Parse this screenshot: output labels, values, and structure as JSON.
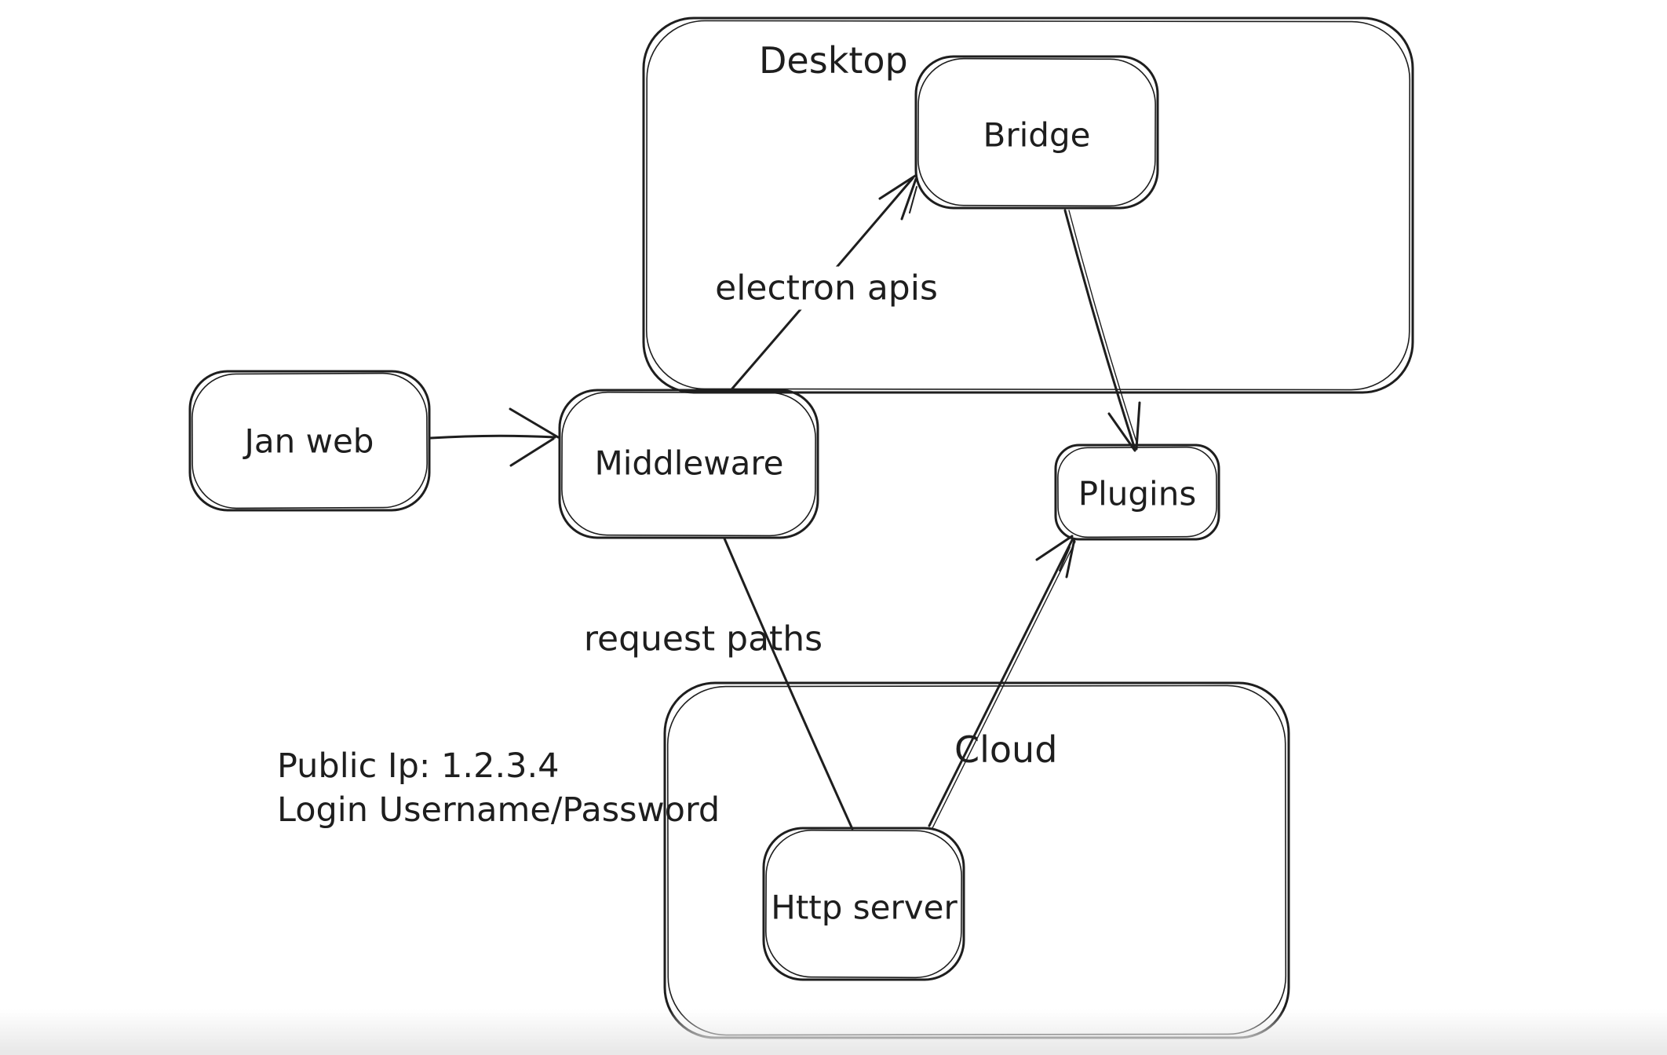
{
  "app": {
    "type": "hand-drawn-diagram-canvas"
  },
  "canvas": {
    "background": "#ffffff",
    "stroke": "#1e1e1e",
    "bottom_fade": "#e9e9e9"
  },
  "containers": [
    {
      "id": "desktop",
      "label": "Desktop"
    },
    {
      "id": "cloud",
      "label": "Cloud"
    }
  ],
  "nodes": [
    {
      "id": "jan-web",
      "label": "Jan web"
    },
    {
      "id": "middleware",
      "label": "Middleware"
    },
    {
      "id": "bridge",
      "label": "Bridge"
    },
    {
      "id": "plugins",
      "label": "Plugins"
    },
    {
      "id": "http-server",
      "label": "Http server"
    }
  ],
  "edges": [
    {
      "from": "Jan web",
      "to": "Middleware",
      "label": "",
      "type": "arrow"
    },
    {
      "from": "Middleware",
      "to": "Bridge",
      "label": "electron apis",
      "type": "arrow"
    },
    {
      "from": "Bridge",
      "to": "Plugins",
      "label": "",
      "type": "arrow"
    },
    {
      "from": "Middleware",
      "to": "Http server",
      "label": "request paths",
      "type": "line"
    },
    {
      "from": "Http server",
      "to": "Plugins",
      "label": "",
      "type": "arrow"
    }
  ],
  "annotations": [
    {
      "text": "Public Ip: 1.2.3.4"
    },
    {
      "text": "Login Username/Password"
    }
  ]
}
